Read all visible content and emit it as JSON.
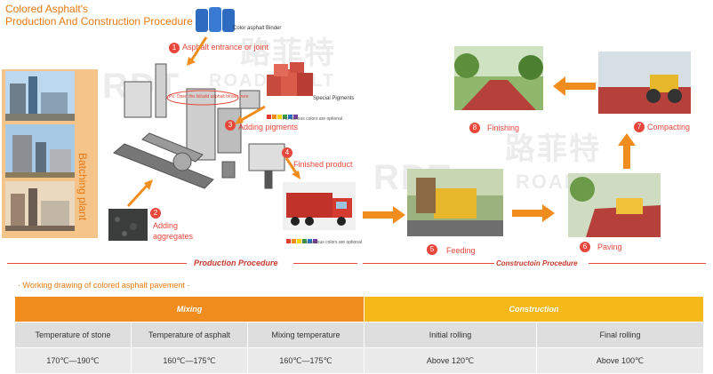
{
  "title": "Colored  Asphalt's\nProduction And Construction Procedure",
  "batching_plant_label": "Batching plant",
  "steps": {
    "s1": {
      "num": "1",
      "label": "Asphalt entrance or joint"
    },
    "s2": {
      "num": "2",
      "label": "Adding\naggregates"
    },
    "s3": {
      "num": "3",
      "label": "Adding pigments"
    },
    "s4": {
      "num": "4",
      "label": "Finished product"
    },
    "s5": {
      "num": "5",
      "label": "Feeding"
    },
    "s6": {
      "num": "6",
      "label": "Paving"
    },
    "s7": {
      "num": "7",
      "label": "Compacting"
    },
    "s8": {
      "num": "8",
      "label": "Finishing"
    }
  },
  "binder_label": "Color asphalt Binder",
  "special_pigments_label": "Special Pigments",
  "colors_note": "Ps: various colors are optional",
  "colors_note_truck": "Ps: various colors are optional",
  "plant_callout": "Ps: Open the lid/add asphalt binder here",
  "watermark_text": "ROADPHALT",
  "watermark_cn": "路菲特",
  "production_procedure": "Production Procedure",
  "construction_procedure": "Constructoin Procedure",
  "working_drawing": "· Working drawing of colored asphalt pavement ·",
  "table": {
    "mixing_header": "Mixing",
    "construction_header": "Construction",
    "col1": "Temperature of stone",
    "col2": "Temperature of asphalt",
    "col3": "Mixing temperature",
    "col4": "Initial rolling",
    "col5": "Final rolling",
    "val1": "170℃—190℃",
    "val2": "160℃—175℃",
    "val3": "160℃—175℃",
    "val4": "Above 120℃",
    "val5": "Above 100℃"
  },
  "colors": {
    "accent_orange": "#f18d1e",
    "step_red": "#e8473b",
    "construction_yellow": "#f7b81a",
    "road_red": "#b5413a"
  }
}
